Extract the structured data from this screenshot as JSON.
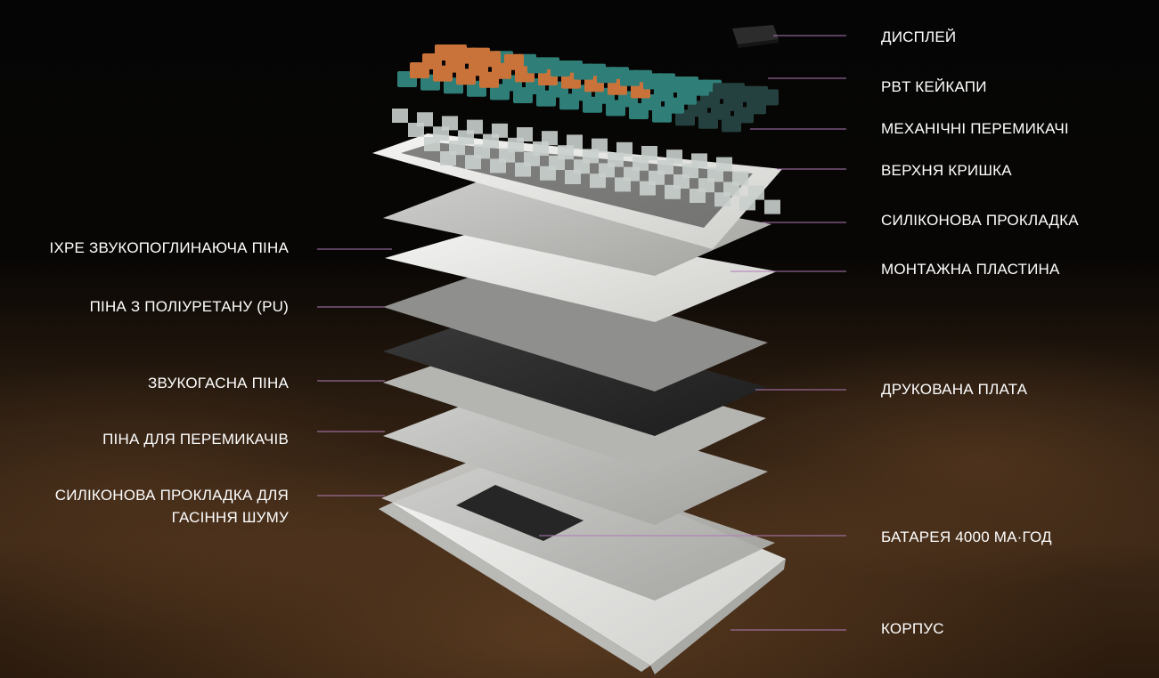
{
  "labels_right": [
    {
      "id": "display",
      "text": "ДИСПЛЕЙ"
    },
    {
      "id": "keycaps",
      "text": "PBT КЕЙКАПИ"
    },
    {
      "id": "switches",
      "text": "МЕХАНІЧНІ ПЕРЕМИКАЧІ"
    },
    {
      "id": "top-case",
      "text": "ВЕРХНЯ КРИШКА"
    },
    {
      "id": "silicone-gasket",
      "text": "СИЛІКОНОВА ПРОКЛАДКА"
    },
    {
      "id": "mounting-plate",
      "text": "МОНТАЖНА ПЛАСТИНА"
    },
    {
      "id": "pcb",
      "text": "ДРУКОВАНА ПЛАТА"
    },
    {
      "id": "battery",
      "text": "БАТАРЕЯ 4000 МА·ГОД"
    },
    {
      "id": "case",
      "text": "КОРПУС"
    }
  ],
  "labels_left": [
    {
      "id": "ixpe-foam",
      "text": "IXPE ЗВУКОПОГЛИНАЮЧА ПІНА"
    },
    {
      "id": "pu-foam",
      "text": "ПІНА З ПОЛІУРЕТАНУ (PU)"
    },
    {
      "id": "sound-foam",
      "text": "ЗВУКОГАСНА ПІНА"
    },
    {
      "id": "switch-foam",
      "text": "ПІНА ДЛЯ ПЕРЕМИКАЧІВ"
    },
    {
      "id": "bottom-silicone",
      "text": "СИЛІКОНОВА ПРОКЛАДКА ДЛЯ",
      "text2": "ГАСІННЯ ШУМУ"
    }
  ],
  "colors": {
    "leader_line": "#b07ab8",
    "keycap_orange": "#c9733a",
    "keycap_teal": "#2f7f78",
    "keycap_dark": "#24413f",
    "white_part": "#e9e9e6",
    "gray_plate": "#bdbdbb",
    "pcb": "#2a2a2a"
  }
}
